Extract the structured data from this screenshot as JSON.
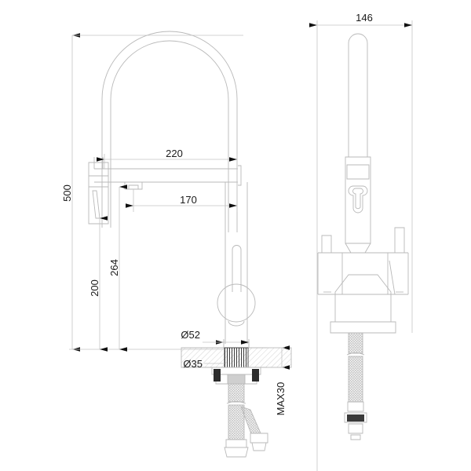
{
  "drawing": {
    "title": "Kitchen mixer tap technical drawing",
    "type": "two-view orthographic dimensioned line drawing",
    "background_color": "#ffffff",
    "line_color": "#b8b8b8",
    "heavy_line_color": "#8a8a8a",
    "text_color": "#1a1a1a",
    "units": "mm"
  },
  "views": {
    "front": {
      "name": "front-elevation-view",
      "label": "Front view of pull-down spring kitchen faucet"
    },
    "side": {
      "name": "side-elevation-view",
      "label": "Side view of kitchen faucet"
    }
  },
  "dimensions": {
    "overall_height": {
      "value": "500",
      "orientation": "vertical",
      "view": "front"
    },
    "spout_reach_upper": {
      "value": "220",
      "orientation": "horizontal",
      "view": "front"
    },
    "spout_reach_lower": {
      "value": "170",
      "orientation": "horizontal",
      "view": "front"
    },
    "spout_height_upper": {
      "value": "264",
      "orientation": "vertical",
      "view": "front"
    },
    "spout_height_lower": {
      "value": "200",
      "orientation": "vertical",
      "view": "front"
    },
    "base_diameter": {
      "value": "Ø52",
      "orientation": "horizontal",
      "view": "front"
    },
    "hole_diameter": {
      "value": "Ø35",
      "orientation": "horizontal",
      "view": "front"
    },
    "max_thickness": {
      "value": "MAX30",
      "orientation": "vertical",
      "view": "front"
    },
    "overall_depth": {
      "value": "146",
      "orientation": "horizontal",
      "view": "side"
    }
  },
  "dimension_list": [
    "500",
    "220",
    "170",
    "264",
    "200",
    "Ø52",
    "Ø35",
    "MAX30",
    "146"
  ]
}
